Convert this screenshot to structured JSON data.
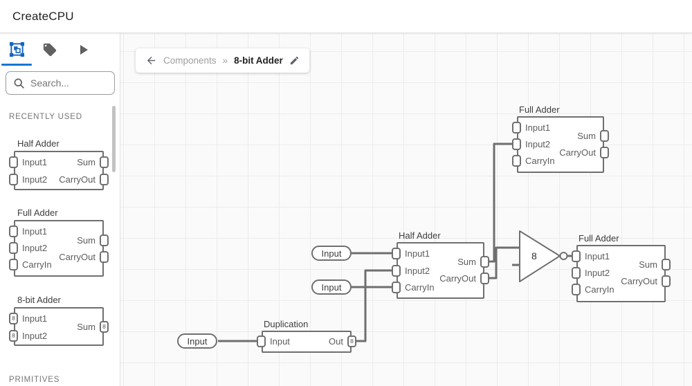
{
  "header": {
    "title": "CreateCPU"
  },
  "sidebar": {
    "search_placeholder": "Search...",
    "recently_used_label": "RECENTLY USED",
    "primitives_label": "PRIMITIVES",
    "components": [
      {
        "title": "Half Adder",
        "inputs": [
          "Input1",
          "Input2"
        ],
        "outputs": [
          "Sum",
          "CarryOut"
        ]
      },
      {
        "title": "Full Adder",
        "inputs": [
          "Input1",
          "Input2",
          "CarryIn"
        ],
        "outputs": [
          "Sum",
          "CarryOut"
        ]
      },
      {
        "title": "8-bit Adder",
        "inputs": [
          "Input1",
          "Input2"
        ],
        "outputs": [
          "Sum"
        ],
        "port_badge": "8"
      }
    ]
  },
  "breadcrumb": {
    "parent": "Components",
    "separator": "»",
    "current": "8-bit Adder"
  },
  "canvas": {
    "nodes": [
      {
        "title": "Full Adder",
        "inputs": [
          "Input1",
          "Input2",
          "CarryIn"
        ],
        "outputs": [
          "Sum",
          "CarryOut"
        ]
      },
      {
        "title": "Half Adder",
        "inputs": [
          "Input1",
          "Input2",
          "CarryIn"
        ],
        "outputs": [
          "Sum",
          "CarryOut"
        ]
      },
      {
        "title": "Full Adder",
        "inputs": [
          "Input1",
          "Input2",
          "CarryIn"
        ],
        "outputs": [
          "Sum",
          "CarryOut"
        ]
      },
      {
        "title": "Duplication",
        "inputs": [
          "Input"
        ],
        "outputs": [
          "Out"
        ],
        "port_badge": "8"
      }
    ],
    "inputs": [
      {
        "label": "Input"
      },
      {
        "label": "Input"
      },
      {
        "label": "Input"
      }
    ],
    "gate": {
      "label": "8"
    }
  },
  "colors": {
    "accent": "#1976d2",
    "wire": "#6f6f6f",
    "canvas_bg": "#fafafa"
  }
}
